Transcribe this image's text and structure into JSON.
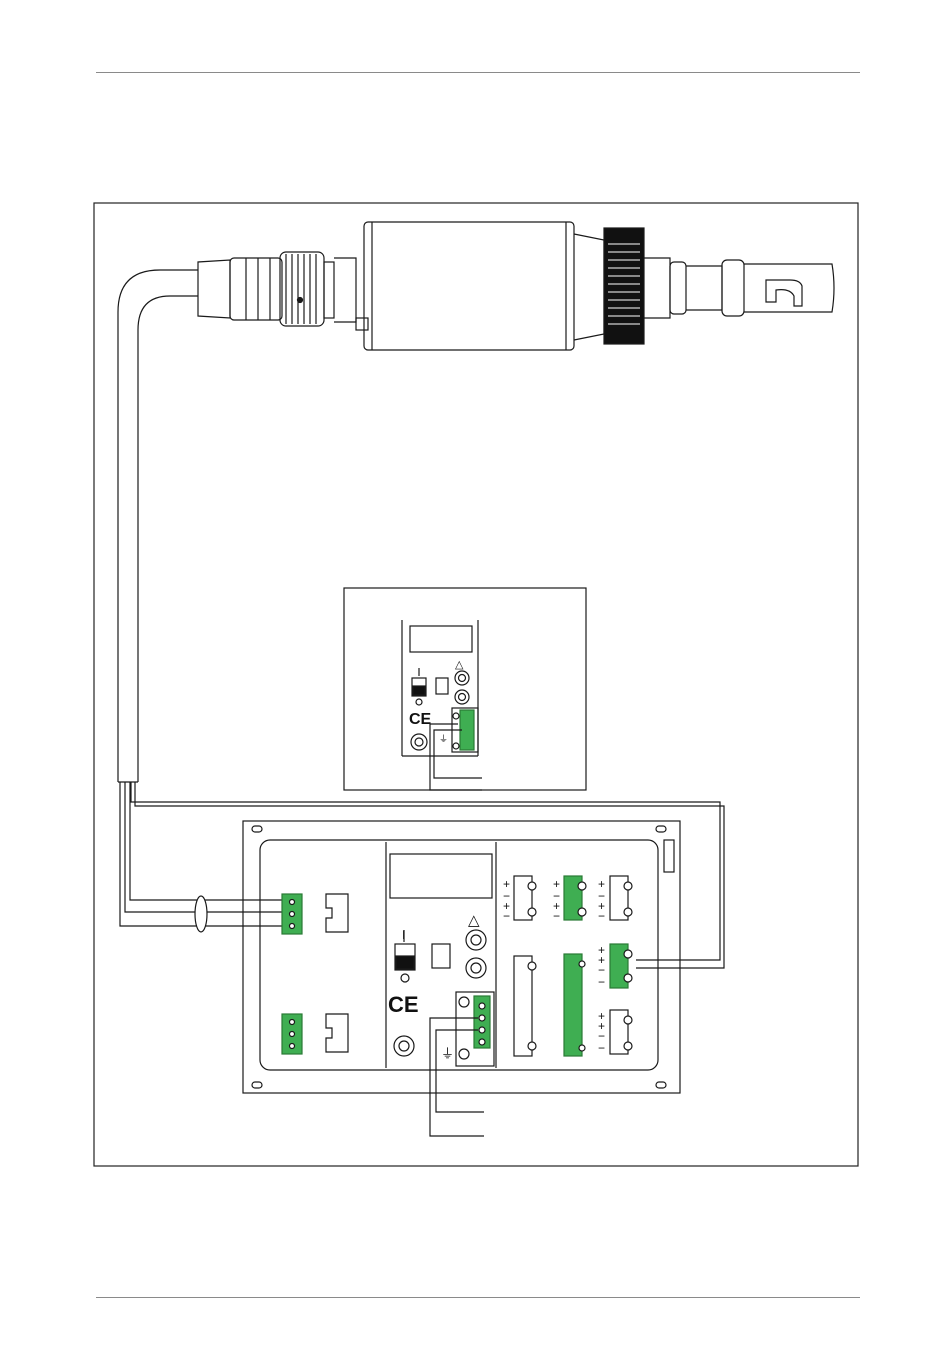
{
  "page": {
    "header_rule": true,
    "footer_rule": true
  },
  "figure": {
    "description_hidden": true,
    "sensor": {
      "icon": "sensor-probe-icon"
    },
    "power_supply": {
      "symbols": {
        "power_on": "I",
        "warning": "△",
        "ce_mark": "CE",
        "ground": "⏚"
      }
    },
    "transmitter": {
      "symbols": {
        "power_on": "I",
        "warning": "△",
        "ce_mark": "CE",
        "ground": "⏚",
        "plus": "+",
        "minus": "−"
      }
    },
    "colors": {
      "line": "#1a1a1a",
      "connector_green": "#3fae52",
      "connector_dark": "#2a7a35",
      "frame": "#222222"
    }
  }
}
